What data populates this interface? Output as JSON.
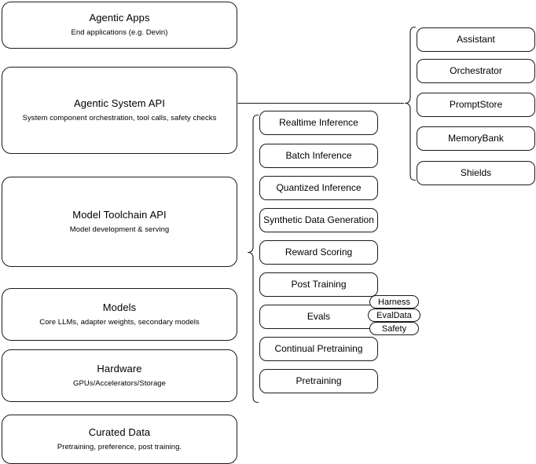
{
  "diagram": {
    "title": "AI stack layers diagram",
    "stroke_color": "#1a1a1a",
    "background_color": "#ffffff"
  },
  "layers": [
    {
      "id": "agentic-apps",
      "title": "Agentic Apps",
      "subtitle": "End applications (e.g. Devin)"
    },
    {
      "id": "agentic-system-api",
      "title": "Agentic System API",
      "subtitle": "System component orchestration, tool calls, safety checks"
    },
    {
      "id": "model-toolchain-api",
      "title": "Model Toolchain API",
      "subtitle": "Model development & serving"
    },
    {
      "id": "models",
      "title": "Models",
      "subtitle": "Core LLMs, adapter weights, secondary models"
    },
    {
      "id": "hardware",
      "title": "Hardware",
      "subtitle": "GPUs/Accelerators/Storage"
    },
    {
      "id": "curated-data",
      "title": "Curated Data",
      "subtitle": "Pretraining, preference, post training."
    }
  ],
  "toolchain_components": [
    {
      "id": "realtime-inference",
      "label": "Realtime Inference"
    },
    {
      "id": "batch-inference",
      "label": "Batch Inference"
    },
    {
      "id": "quantized-inference",
      "label": "Quantized Inference"
    },
    {
      "id": "synthetic-data-generation",
      "label": "Synthetic Data Generation"
    },
    {
      "id": "reward-scoring",
      "label": "Reward Scoring"
    },
    {
      "id": "post-training",
      "label": "Post Training"
    },
    {
      "id": "evals",
      "label": "Evals"
    },
    {
      "id": "continual-pretraining",
      "label": "Continual Pretraining"
    },
    {
      "id": "pretraining",
      "label": "Pretraining"
    }
  ],
  "evals_subcomponents": [
    {
      "id": "harness",
      "label": "Harness"
    },
    {
      "id": "evaldata",
      "label": "EvalData"
    },
    {
      "id": "safety",
      "label": "Safety"
    }
  ],
  "agentic_system_components": [
    {
      "id": "assistant",
      "label": "Assistant"
    },
    {
      "id": "orchestrator",
      "label": "Orchestrator"
    },
    {
      "id": "promptstore",
      "label": "PromptStore"
    },
    {
      "id": "memorybank",
      "label": "MemoryBank"
    },
    {
      "id": "shields",
      "label": "Shields"
    }
  ]
}
